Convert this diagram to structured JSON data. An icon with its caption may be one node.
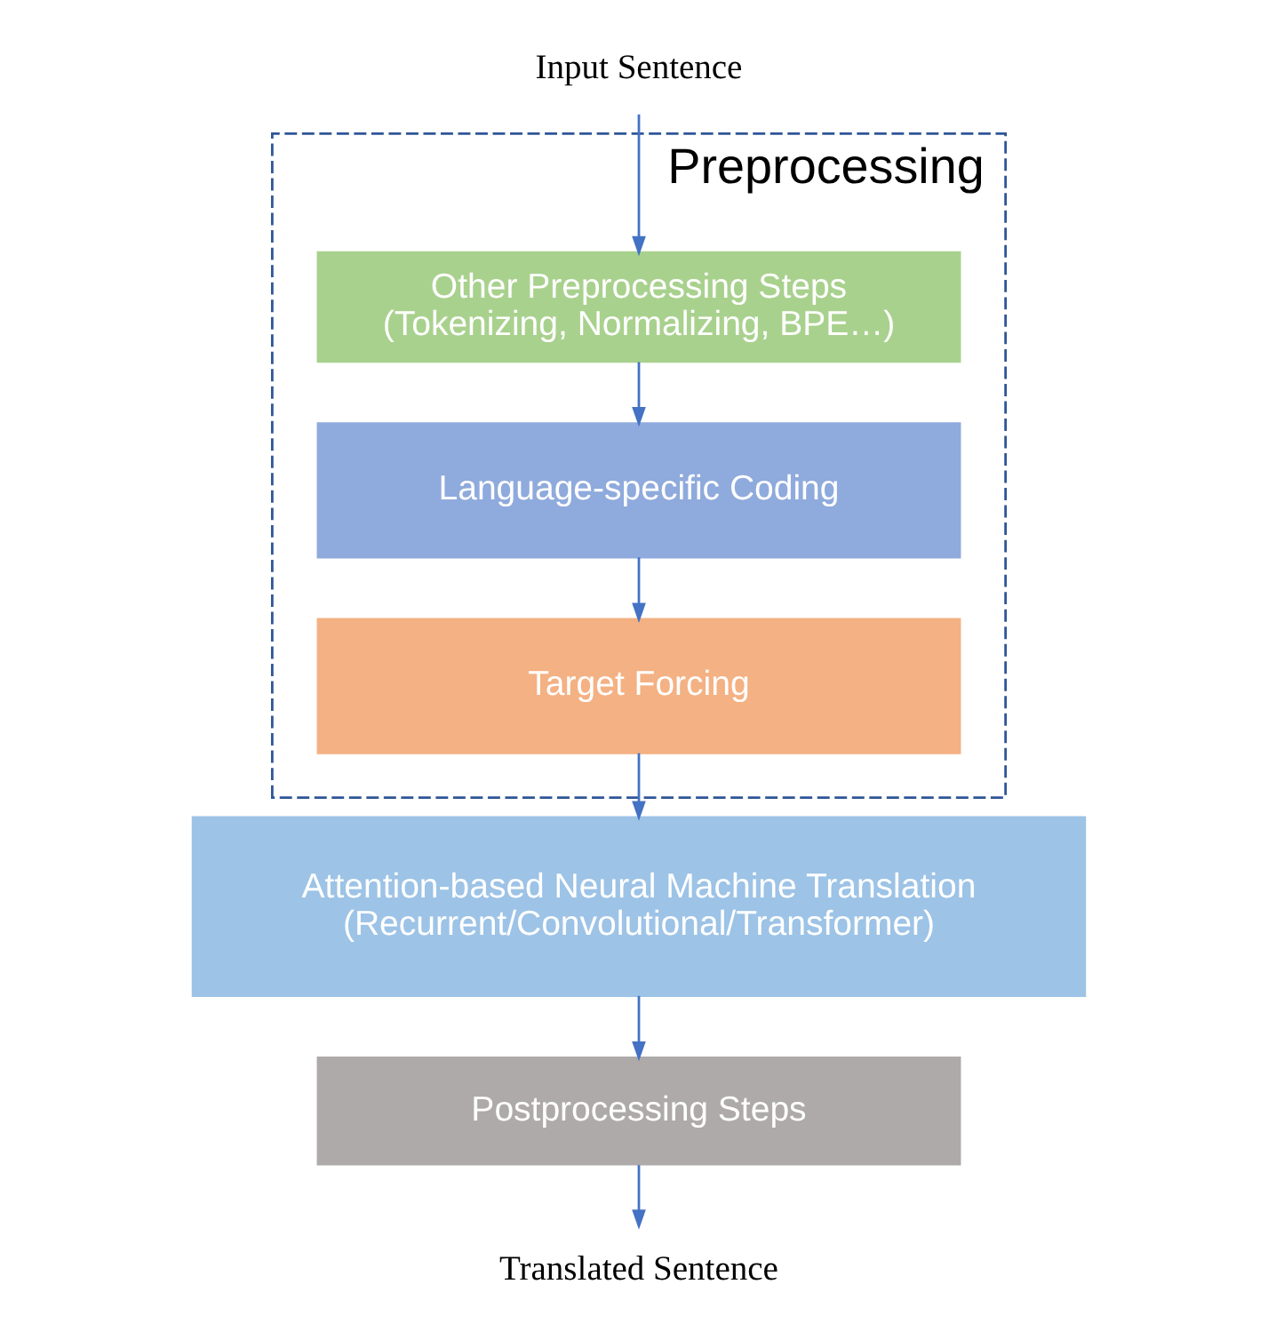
{
  "diagram": {
    "nodes": [
      {
        "text": [
          "Input Sentence"
        ]
      },
      {
        "text": [
          "Preprocessing"
        ]
      },
      {
        "text": [
          "Other Preprocessing Steps",
          "(Tokenizing, Normalizing, BPE…)"
        ],
        "in": 1
      },
      {
        "text": [
          "Language-specific Coding"
        ],
        "in": 1
      },
      {
        "text": [
          "Target Forcing"
        ],
        "in": 1
      },
      {
        "text": [
          "Attention-based Neural Machine Translation",
          "(Recurrent/Convolutional/Transformer)"
        ]
      },
      {
        "text": [
          "Postprocessing Steps"
        ]
      },
      {
        "text": [
          "Translated Sentence"
        ]
      }
    ],
    "edges": [
      {
        "from": 0,
        "to": 2,
        "arrow": "to"
      },
      {
        "from": 2,
        "to": 3,
        "arrow": "to"
      },
      {
        "from": 3,
        "to": 4,
        "arrow": "to"
      },
      {
        "from": 4,
        "to": 5,
        "arrow": "to"
      },
      {
        "from": 5,
        "to": 6,
        "arrow": "to"
      },
      {
        "from": 6,
        "to": 7,
        "arrow": "to"
      }
    ]
  }
}
